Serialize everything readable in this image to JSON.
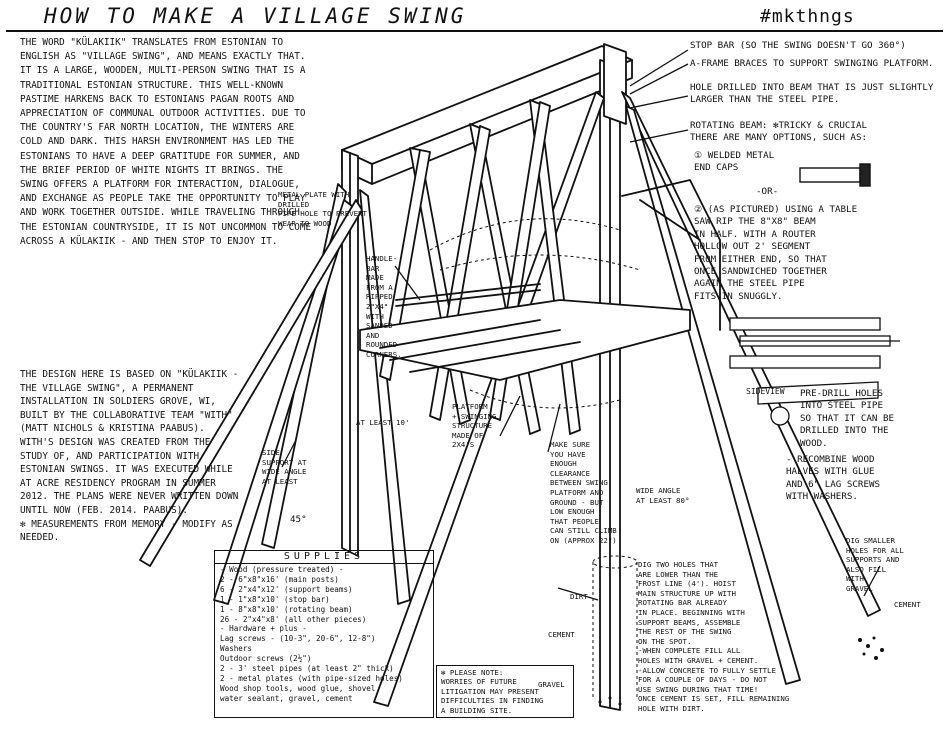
{
  "header": {
    "title": "HOW TO MAKE A VILLAGE SWING",
    "hashtag": "#mkthngs"
  },
  "intro_text": "The word \"Külakiik\" translates from Estonian to English as \"Village swing\", and means exactly that. It is a large, wooden, multi-person swing that is a traditional Estonian structure. This well-known pastime harkens back to Estonians pagan roots and appreciation of communal outdoor activities. Due to the country's far north location, the winters are cold and dark. This harsh environment has led the Estonians to have a deep gratitude for summer, and the brief period of white nights it brings. The swing offers a platform for interaction, dialogue, and exchange as people take the opportunity to play and work together outside. While traveling through the Estonian countryside, it is not uncommon to come across a Külakiik - and then stop to enjoy it.",
  "design_text": "The design here is based on \"Külakiik - The Village Swing\", a permanent installation in Soldiers Grove, WI, built by the collaborative team \"WITH\" (Matt Nichols & Kristina Paabus). WITH's design was created from the study of, and participation with Estonian swings. It was executed while at Acre Residency program in Summer 2012. The plans were never written down until now (Feb. 2014. Paabus).\n✻ Measurements from memory - modify as needed.",
  "callouts": {
    "stop_bar": "Stop bar (so the swing doesn't go 360°)",
    "a_frame": "A-frame braces to support swinging platform.",
    "hole_drilled": "Hole drilled into beam that is just slightly larger than the steel pipe.",
    "rotating_beam": "Rotating beam: ✻Tricky & crucial\nthere are many options, such as:",
    "option1": "① Welded metal\n   end caps",
    "or": "-or-",
    "option2": "② (As pictured) using a table\n   saw rip the 8\"x8\" beam\n   in half. With a router\n   hollow out 2' segment\n   from either end, so that\n   once sandwiched together\n   again the steel pipe\n   fits in snuggly.",
    "side_view": "sideview",
    "pre_drill": "Pre-drill holes\ninto steel pipe\nso that it can be\ndrilled into the\nwood.",
    "recombine": "- Recombine wood\n  halves with glue\n  and 6\" lag screws\n  with washers.",
    "metal_plate": "Metal plate with drilled\npipe hole to prevent\nwear to wood",
    "handle_bar": "Handle-\nbar\nmade\nfrom a\nripped\n2\"x4\"\nwith\nsanded\nand\nrounded\ncorners.",
    "platform": "Platform\n+ swinging\nstructure\nmade of\n2x4's",
    "clearance": "Make sure\nyou have\nenough\nclearance\nbetween swing\nplatform and\nground - but\nlow enough\nthat people\ncan still climb\non (approx 22\")",
    "side_support": "Side\nsupport at\nwide angle\nat least",
    "angle_45": "45°",
    "at_least_10": "At least 10'",
    "wide_angle": "Wide angle\nat least 80°",
    "dig_holes": "Dig two holes that\nare lower than the\nfrost line (4'). Hoist\nmain structure up with\nrotating bar already\nin place. Beginning with\nsupport beams, assemble\nthe rest of the swing\non the spot.\n-When complete fill all\nholes with gravel + cement.\n-Allow concrete to fully settle\nfor a couple of days - do not\nuse swing during that time!\nOnce cement is set, fill remaining\nhole with dirt.",
    "dig_smaller": "Dig smaller\nholes for all\nsupports and\nalso fill\nwith\ngravel",
    "cement_right": "Cement",
    "dirt": "Dirt",
    "cement_left": "Cement",
    "gravel": "Gravel"
  },
  "supplies": {
    "title": "SUPPLIES",
    "items": [
      "- Wood (pressure treated) -",
      "2 - 6\"x8\"x16' (main posts)",
      "6 - 2\"x4\"x12' (support beams)",
      "1 - 1\"x8\"x10' (stop bar)",
      "1 - 8\"x8\"x10' (rotating beam)",
      "26 - 2\"x4\"x8' (all other pieces)",
      "- Hardware + plus -",
      "Lag screws - (10-3\", 20-6\", 12-8\")",
      "Washers",
      "Outdoor screws (2½\")",
      "2 - 3' steel pipes (at least 2\" thick)",
      "2 - metal plates (with pipe-sized holes)",
      "Wood shop tools, wood glue, shovel,",
      "water sealant, gravel, cement"
    ]
  },
  "note": "✻ Please note:\nWorries of future\nlitigation may present\ndifficulties in finding\na building site."
}
